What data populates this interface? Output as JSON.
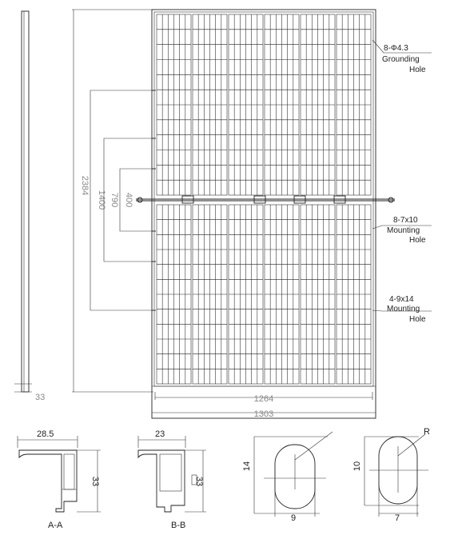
{
  "dimensions": {
    "height_total": "2384",
    "height_1400": "1400",
    "height_790": "790",
    "height_400": "400",
    "frame_depth": "33",
    "width_inner": "1264",
    "width_total": "1303"
  },
  "callouts": {
    "grounding": {
      "line1": "8-Φ4.3",
      "line2": "Grounding",
      "line3": "Hole"
    },
    "mounting_a": {
      "line1": "8-7x10",
      "line2": "Mounting",
      "line3": "Hole"
    },
    "mounting_b": {
      "line1": "4-9x14",
      "line2": "Mounting",
      "line3": "Hole"
    }
  },
  "sections": {
    "aa": {
      "label": "A-A",
      "width": "28.5",
      "height": "33"
    },
    "bb": {
      "label": "B-B",
      "width": "23",
      "height": "33"
    }
  },
  "holes": {
    "slot_a": {
      "height": "14",
      "width": "9"
    },
    "slot_b": {
      "height": "10",
      "width": "7",
      "radius": "R"
    }
  },
  "panel_grid": {
    "columns": 6,
    "rows_per_half": 12
  }
}
